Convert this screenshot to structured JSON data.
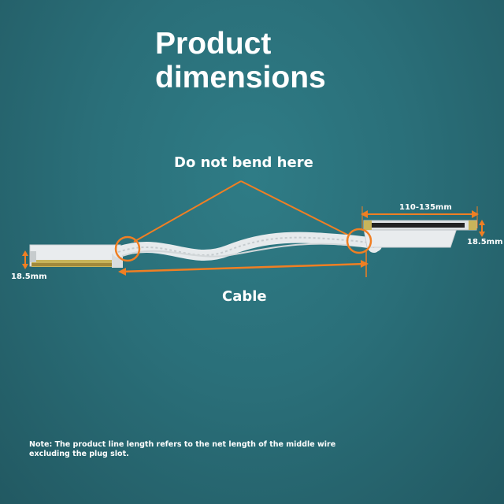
{
  "title": {
    "line1": "Product",
    "line2": "dimensions"
  },
  "labels": {
    "do_not_bend": "Do not bend here",
    "cable": "Cable"
  },
  "dimensions": {
    "slot_length": "110-135mm",
    "right_height": "18.5mm",
    "left_height": "18.5mm"
  },
  "note": "Note: The product line length refers to the net length of the middle wire excluding the plug slot.",
  "colors": {
    "accent": "#f07f23",
    "background": "#2a6f79",
    "text": "#ffffff"
  }
}
